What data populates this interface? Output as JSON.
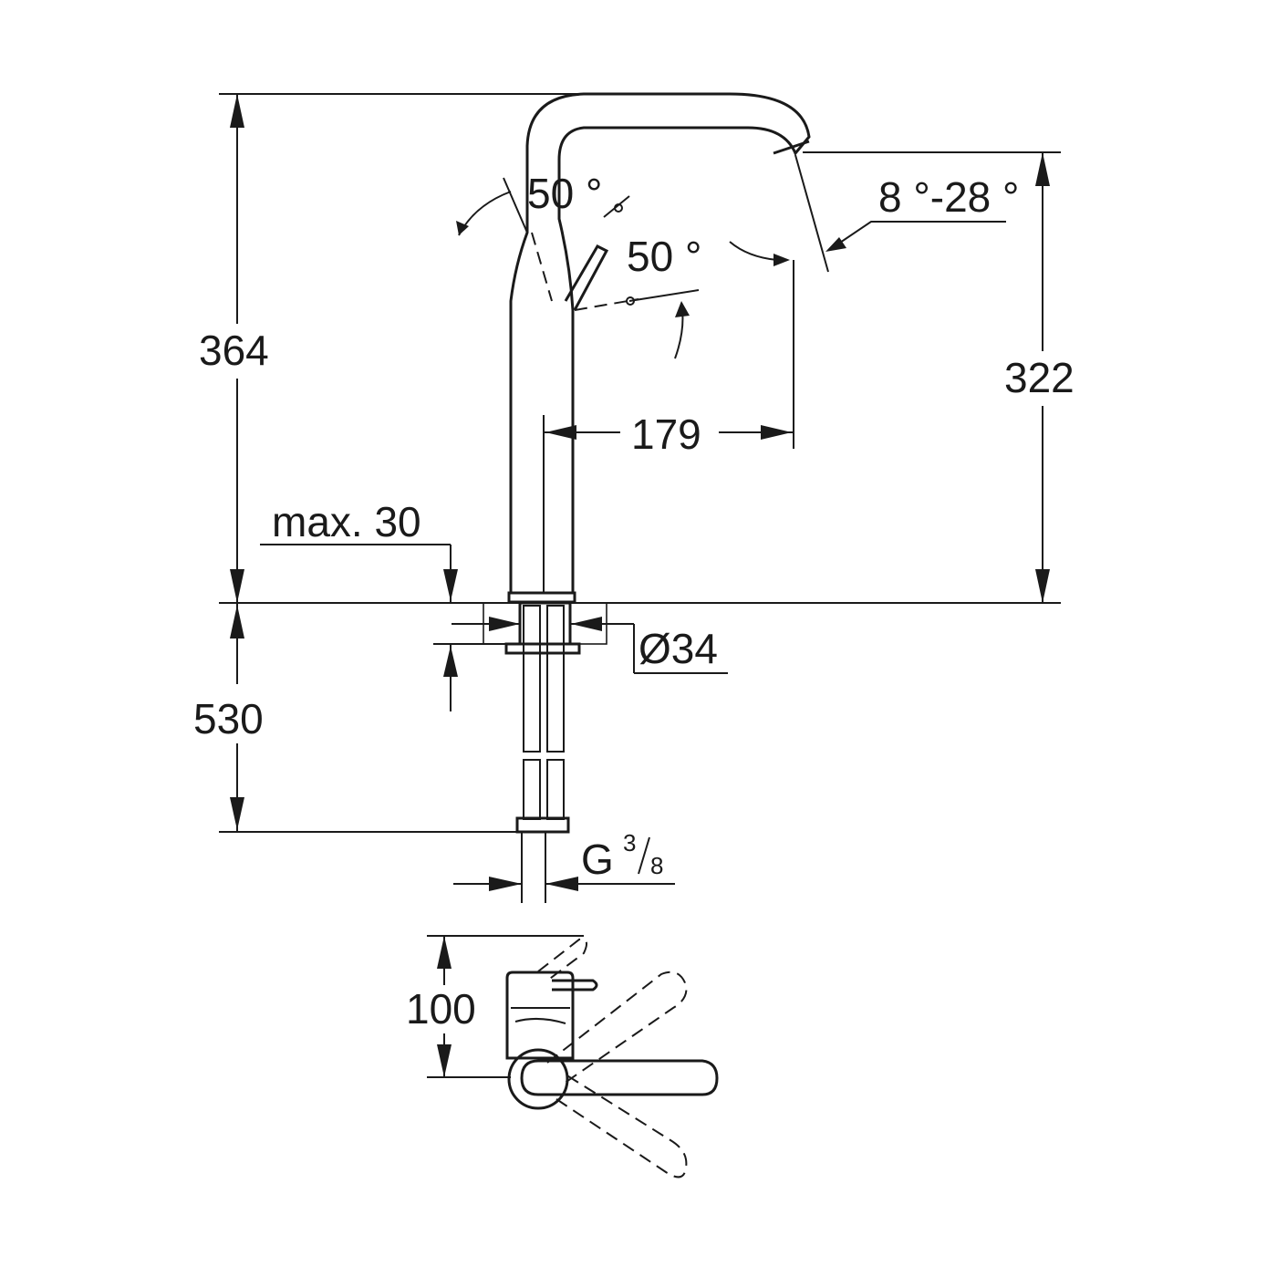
{
  "dimensions": {
    "overall_height": "364",
    "spout_height": "322",
    "spout_reach": "179",
    "deck_thickness": "max. 30",
    "hose_length": "530",
    "bore_diameter": "Ø34",
    "lever_angle_left": "50 °",
    "lever_angle_right": "50 °",
    "aerator_angle": "8 °-28 °",
    "connection_main": "G",
    "connection_num": "3",
    "connection_den": "8",
    "plan_depth": "100"
  }
}
